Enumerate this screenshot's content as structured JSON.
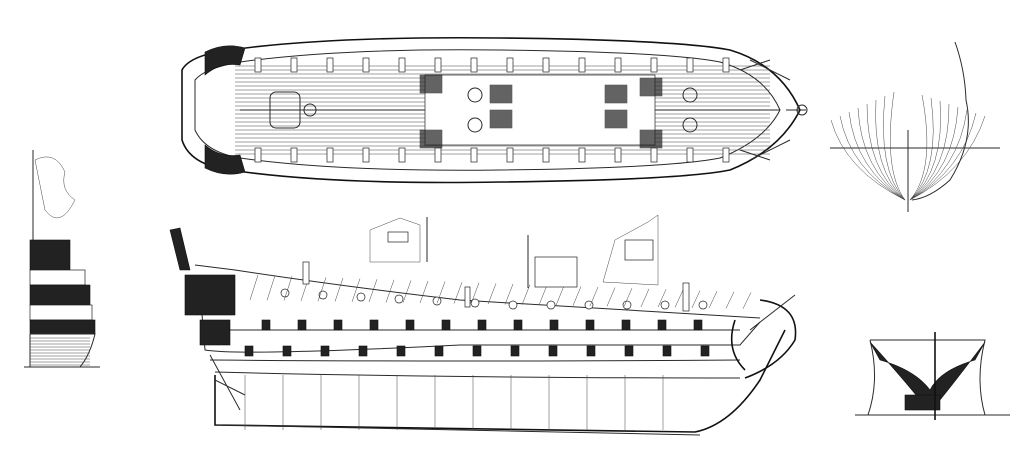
{
  "colors": {
    "ink": "#2a2a2a",
    "paper": "#ffffff"
  },
  "drawing": {
    "views": [
      "deck-plan",
      "body-plan",
      "sheer-profile",
      "stern-elevation",
      "bow-elevation",
      "detail-insets"
    ],
    "broadside_gunports_upper": 13,
    "broadside_gunports_lower": 13
  }
}
